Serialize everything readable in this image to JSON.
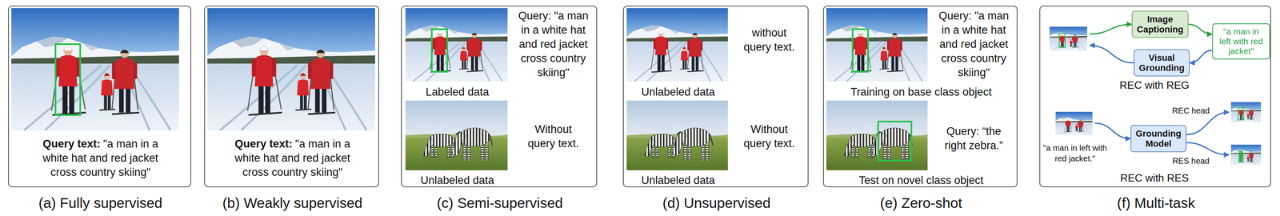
{
  "diagram": {
    "nodes": [
      {
        "text": [
          "Query text:",
          "\"a man in a white hat and red jacket cross country skiing\"",
          "(a) Fully supervised"
        ]
      },
      {
        "text": [
          "Query text:",
          "\"a man in a white hat and red jacket cross country skiing\"",
          "(b) Weakly supervised"
        ]
      },
      {
        "text": [
          "Query: \"a man in a white hat and red jacket cross country skiing\"",
          "Labeled data",
          "Without query text.",
          "Unlabeled data",
          "(c) Semi-supervised"
        ]
      },
      {
        "text": [
          "without query text.",
          "Unlabeled data",
          "Without query text.",
          "Unlabeled data",
          "(d) Unsupervised"
        ]
      },
      {
        "text": [
          "Query: \"a man in a white hat and red jacket cross country skiing\"",
          "Training on base class object",
          "Query: “the right zebra.”",
          "Test on novel class object",
          "(e) Zero-shot"
        ]
      },
      {
        "text": [
          "REC with REG",
          "\"a man in left with red jacket.\"",
          "REC head",
          "RES head",
          "REC with RES",
          "(f) Multi-task"
        ]
      },
      {
        "text": [
          "Image Captioning"
        ],
        "in": 5
      },
      {
        "text": [
          "\"a man in left with red jacket\""
        ],
        "in": 5
      },
      {
        "text": [
          "Visual Grounding"
        ],
        "in": 5
      },
      {
        "text": [
          "Grounding Model"
        ],
        "in": 5
      }
    ],
    "edges": [
      {
        "from": 6,
        "to": 7,
        "arrow": "to"
      },
      {
        "from": 7,
        "to": 8,
        "arrow": "to"
      }
    ]
  }
}
